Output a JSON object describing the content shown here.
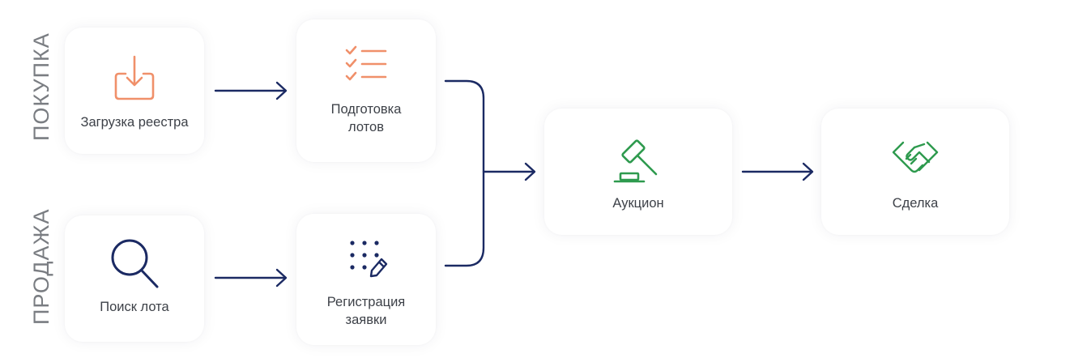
{
  "sides": {
    "buy": "ПОКУПКА",
    "sell": "ПРОДАЖА"
  },
  "steps": {
    "upload": {
      "label": "Загрузка реестра",
      "icon": "download-tray-icon"
    },
    "prep": {
      "label": "Подготовка\nлотов",
      "icon": "checklist-icon"
    },
    "search": {
      "label": "Поиск лота",
      "icon": "magnifier-icon"
    },
    "reg": {
      "label": "Регистрация\nзаявки",
      "icon": "form-pencil-icon"
    },
    "auction": {
      "label": "Аукцион",
      "icon": "gavel-icon"
    },
    "deal": {
      "label": "Сделка",
      "icon": "handshake-icon"
    }
  },
  "colors": {
    "orange": "#f0906a",
    "navy": "#1b2a63",
    "green": "#2e9a4e",
    "side_label": "#7a7d82"
  }
}
